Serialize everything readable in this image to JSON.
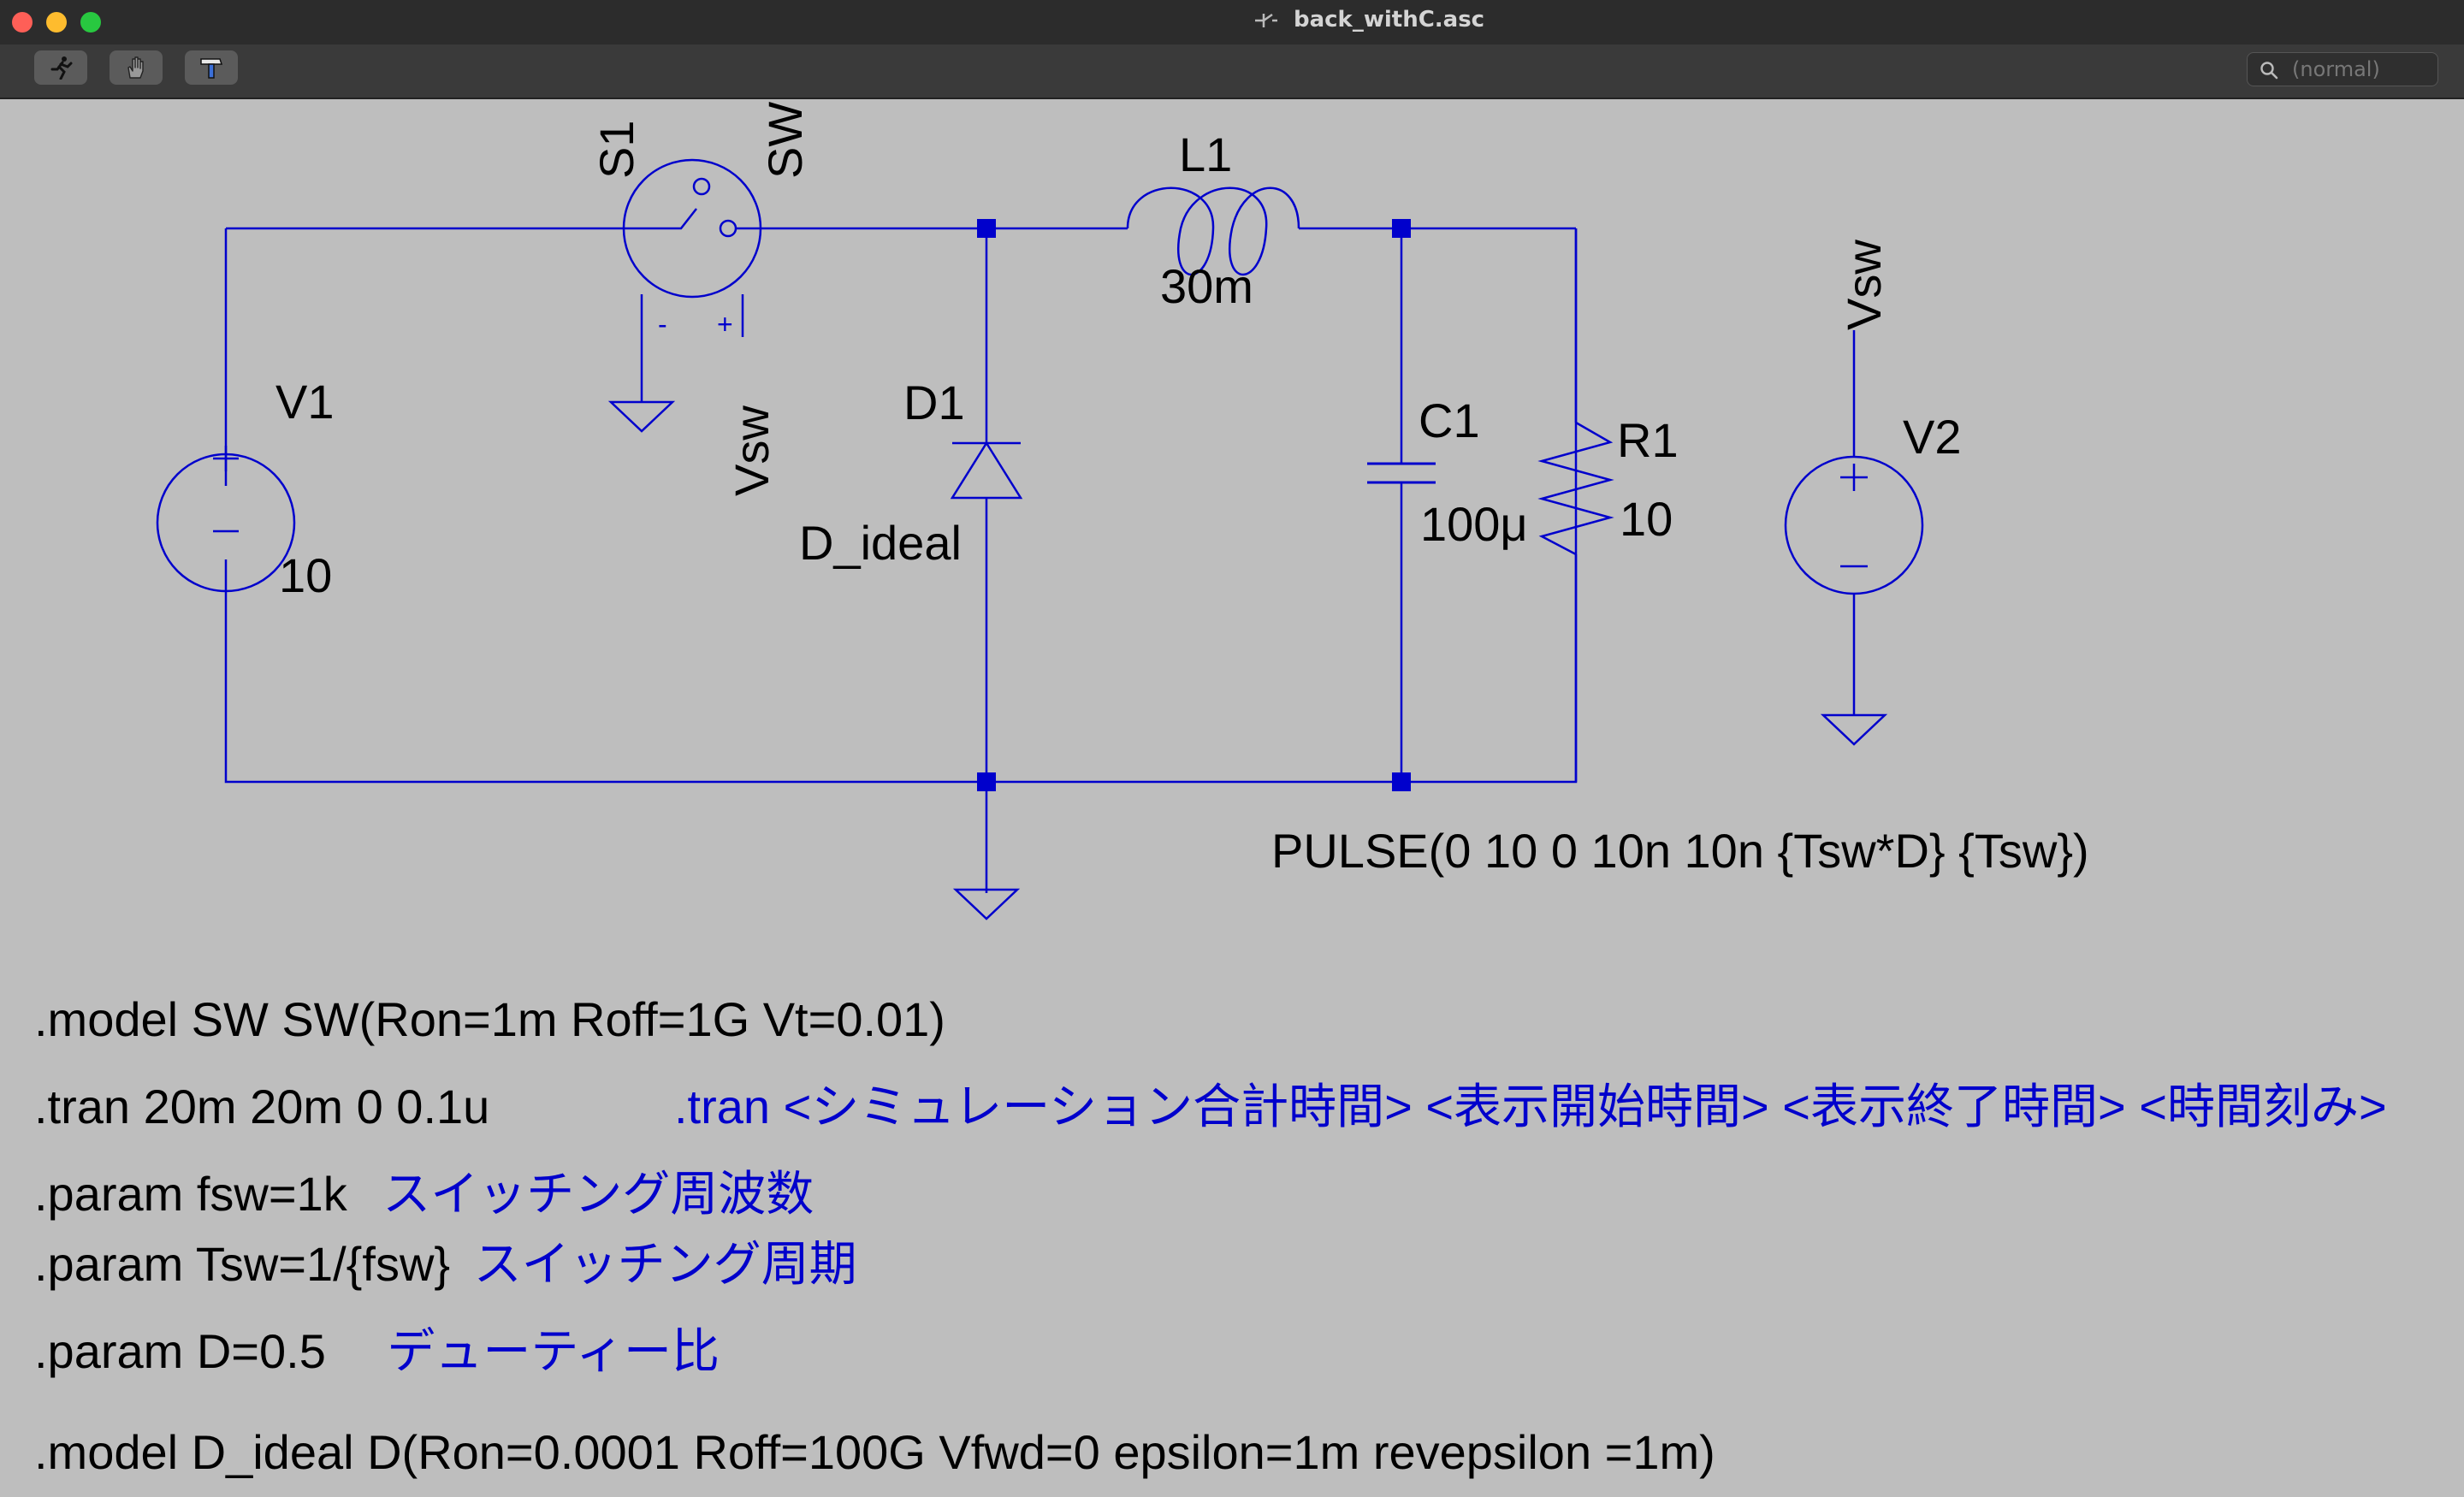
{
  "window": {
    "title": "back_withC.asc"
  },
  "toolbar": {
    "search_placeholder": "(normal)"
  },
  "schematic": {
    "components": {
      "v1": {
        "name": "V1",
        "value": "10"
      },
      "s1": {
        "name": "S1",
        "model": "SW",
        "ctrl_net": "Vsw",
        "minus": "-",
        "plus": "+"
      },
      "d1": {
        "name": "D1",
        "model": "D_ideal"
      },
      "l1": {
        "name": "L1",
        "value": "30m"
      },
      "c1": {
        "name": "C1",
        "value": "100μ"
      },
      "r1": {
        "name": "R1",
        "value": "10"
      },
      "v2": {
        "name": "V2",
        "net": "Vsw",
        "value": "PULSE(0 10 0 10n 10n {Tsw*D} {Tsw})"
      }
    }
  },
  "directives": {
    "model_sw": ".model SW SW(Ron=1m Roff=1G Vt=0.01)",
    "tran": {
      "cmd": ".tran 20m 20m 0  0.1u",
      "comment": ".tran <シミュレーション合計時間> <表示開始時間> <表示終了時間> <時間刻み>"
    },
    "fsw": {
      "cmd": ".param fsw=1k",
      "comment": "スイッチング周波数"
    },
    "tsw": {
      "cmd": ".param Tsw=1/{fsw}",
      "comment": "スイッチング周期"
    },
    "duty": {
      "cmd": ".param D=0.5",
      "comment": "デューティー比"
    },
    "model_d": ".model D_ideal D(Ron=0.0001 Roff=100G Vfwd=0 epsilon=1m revepsilon =1m)"
  },
  "colors": {
    "wire": "#0000cc",
    "background": "#bebebe",
    "comment": "#0000cc"
  }
}
